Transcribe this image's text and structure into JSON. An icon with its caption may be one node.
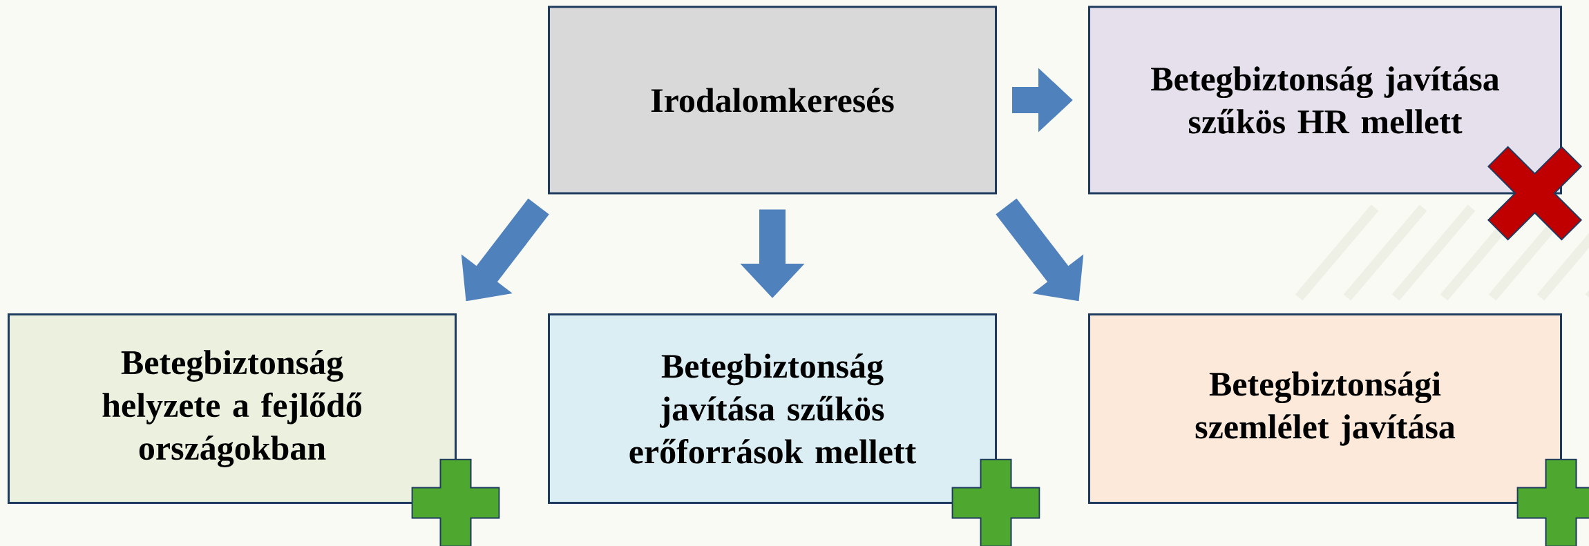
{
  "diagram": {
    "nodes": [
      {
        "text": [
          "Irodalomkeresés"
        ]
      },
      {
        "text": [
          "Betegbiztonság javítása szűkös HR mellett"
        ]
      },
      {
        "text": [
          "Betegbiztonság helyzete a fejlődő országokban"
        ]
      },
      {
        "text": [
          "Betegbiztonság javítása szűkös erőforrások mellett"
        ]
      },
      {
        "text": [
          "Betegbiztonsági szemlélet javítása"
        ]
      }
    ],
    "edges": [
      {
        "from": 0,
        "to": 1,
        "arrow": "to"
      },
      {
        "from": 0,
        "to": 2,
        "arrow": "to"
      },
      {
        "from": 0,
        "to": 3,
        "arrow": "to"
      },
      {
        "from": 0,
        "to": 4,
        "arrow": "to"
      }
    ]
  }
}
